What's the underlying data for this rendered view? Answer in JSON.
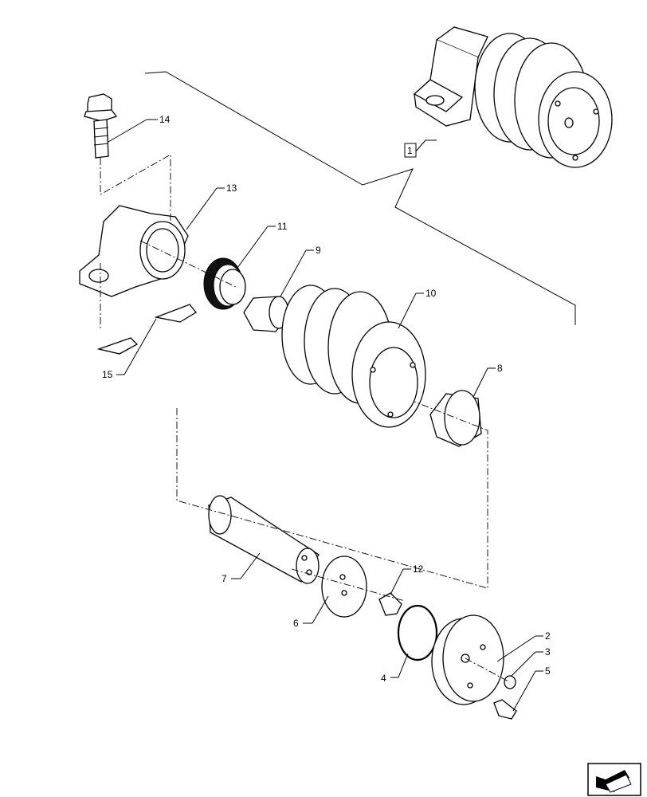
{
  "callouts": [
    {
      "id": "1",
      "label": "1"
    },
    {
      "id": "2",
      "label": "2"
    },
    {
      "id": "3",
      "label": "3"
    },
    {
      "id": "4",
      "label": "4"
    },
    {
      "id": "5",
      "label": "5"
    },
    {
      "id": "6",
      "label": "6"
    },
    {
      "id": "7",
      "label": "7"
    },
    {
      "id": "8",
      "label": "8"
    },
    {
      "id": "9",
      "label": "9"
    },
    {
      "id": "10",
      "label": "10"
    },
    {
      "id": "11",
      "label": "11"
    },
    {
      "id": "12",
      "label": "12"
    },
    {
      "id": "13",
      "label": "13"
    },
    {
      "id": "14",
      "label": "14"
    },
    {
      "id": "15",
      "label": "15"
    }
  ],
  "nav_icon": "next-page-arrow-icon"
}
